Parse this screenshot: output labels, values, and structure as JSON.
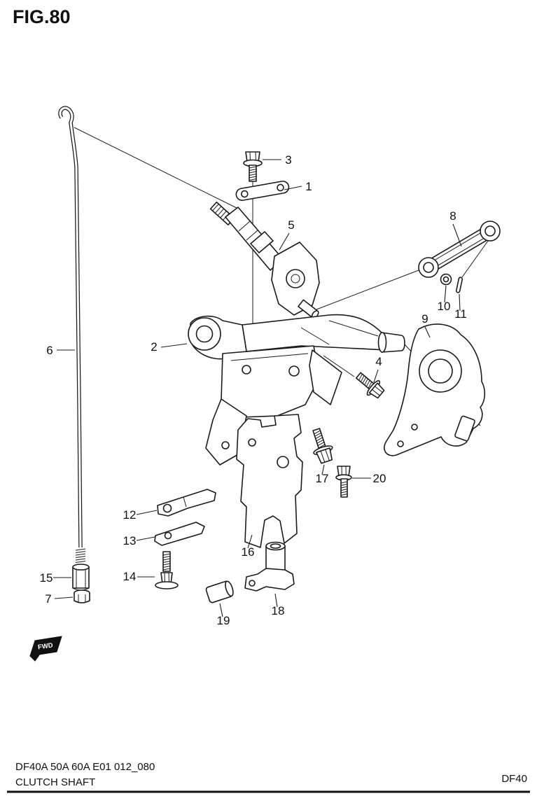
{
  "figure": {
    "title": "FIG.80"
  },
  "footer": {
    "part_code": "DF40A 50A 60A E01 012_080",
    "figure_name": "CLUTCH SHAFT",
    "model": "DF40"
  },
  "orientation": {
    "fwd_label": "FWD"
  },
  "parts": [
    {
      "number": "1"
    },
    {
      "number": "2"
    },
    {
      "number": "3"
    },
    {
      "number": "4"
    },
    {
      "number": "5"
    },
    {
      "number": "6"
    },
    {
      "number": "7"
    },
    {
      "number": "8"
    },
    {
      "number": "9"
    },
    {
      "number": "10"
    },
    {
      "number": "11"
    },
    {
      "number": "12"
    },
    {
      "number": "13"
    },
    {
      "number": "14"
    },
    {
      "number": "15"
    },
    {
      "number": "16"
    },
    {
      "number": "17"
    },
    {
      "number": "18"
    },
    {
      "number": "19"
    },
    {
      "number": "20"
    }
  ]
}
